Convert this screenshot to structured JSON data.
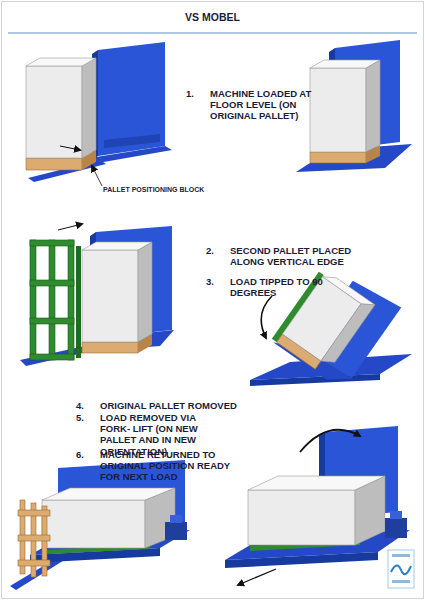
{
  "diagram": {
    "title": "VS MOBEL",
    "labels": [
      "1.",
      "MACHINE LOADED AT FLOOR LEVEL (ON ORIGINAL PALLET)",
      "PALLET POSITIONING BLOCK",
      "2.",
      "SECOND PALLET PLACED ALONG VERTICAL EDGE",
      "3.",
      "LOAD TIPPED TO 90 DEGREES",
      "4.",
      "ORIGINAL PALLET ROMOVED",
      "5.",
      "LOAD REMOVED VIA FORK- LIFT (ON NEW PALLET AND IN NEW ORIENTATION)",
      "6.",
      "MACHINE RETURNED TO ORIGINAL POSITION READY FOR NEXT LOAD"
    ]
  }
}
